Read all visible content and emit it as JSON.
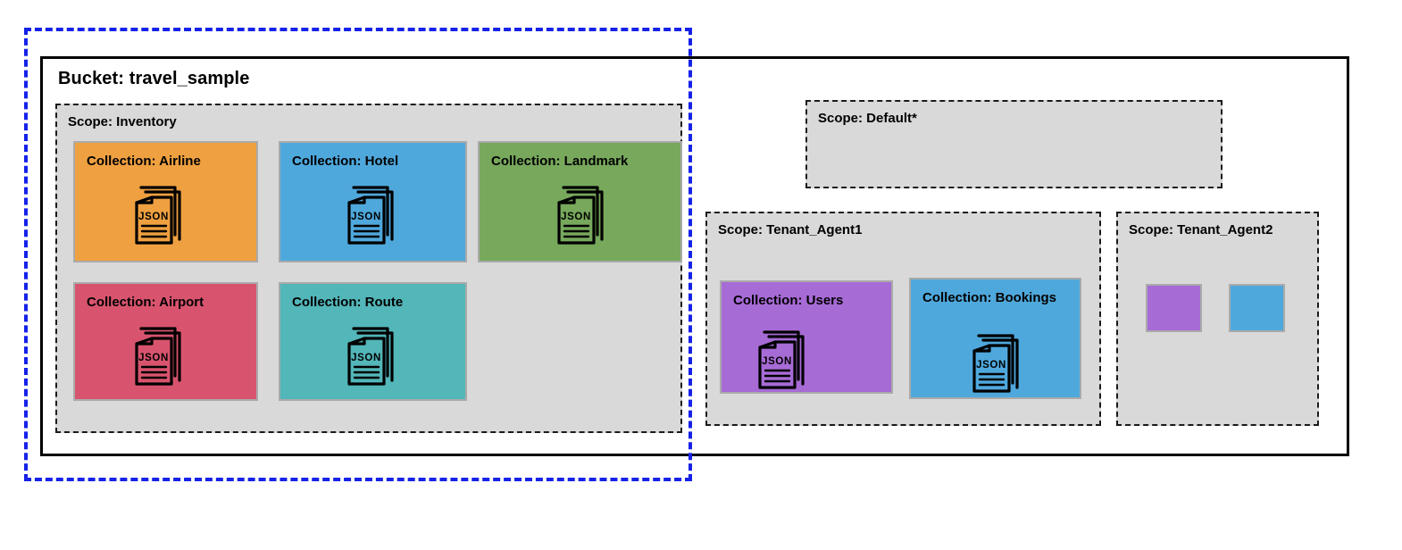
{
  "diagram": {
    "highlight": {
      "name": "highlighted-region",
      "color": "#1622e8",
      "style": "dashed"
    },
    "bucket": {
      "title": "Bucket: travel_sample",
      "border_color": "#000000"
    },
    "scopes": [
      {
        "id": "inventory",
        "title": "Scope: Inventory",
        "fill": "#d9d9d9",
        "collections": [
          {
            "title": "Collection: Airline",
            "color": "#efa040",
            "icon": "json-documents-icon"
          },
          {
            "title": "Collection: Hotel",
            "color": "#4fa8dc",
            "icon": "json-documents-icon"
          },
          {
            "title": "Collection: Landmark",
            "color": "#77a85c",
            "icon": "json-documents-icon"
          },
          {
            "title": "Collection: Airport",
            "color": "#d8546e",
            "icon": "json-documents-icon"
          },
          {
            "title": "Collection: Route",
            "color": "#53b6b9",
            "icon": "json-documents-icon"
          }
        ]
      },
      {
        "id": "default",
        "title": "Scope: Default*",
        "fill": "#d9d9d9",
        "collections": []
      },
      {
        "id": "tenant1",
        "title": "Scope: Tenant_Agent1",
        "fill": "#d9d9d9",
        "collections": [
          {
            "title": "Collection: Users",
            "color": "#a76bd6",
            "icon": "json-documents-icon"
          },
          {
            "title": "Collection: Bookings",
            "color": "#4fa8dc",
            "icon": "json-documents-icon"
          }
        ]
      },
      {
        "id": "tenant2",
        "title": "Scope: Tenant_Agent2",
        "fill": "#d9d9d9",
        "swatches": [
          {
            "color": "#a76bd6"
          },
          {
            "color": "#4fa8dc"
          }
        ]
      }
    ],
    "icon_label": "JSON"
  }
}
